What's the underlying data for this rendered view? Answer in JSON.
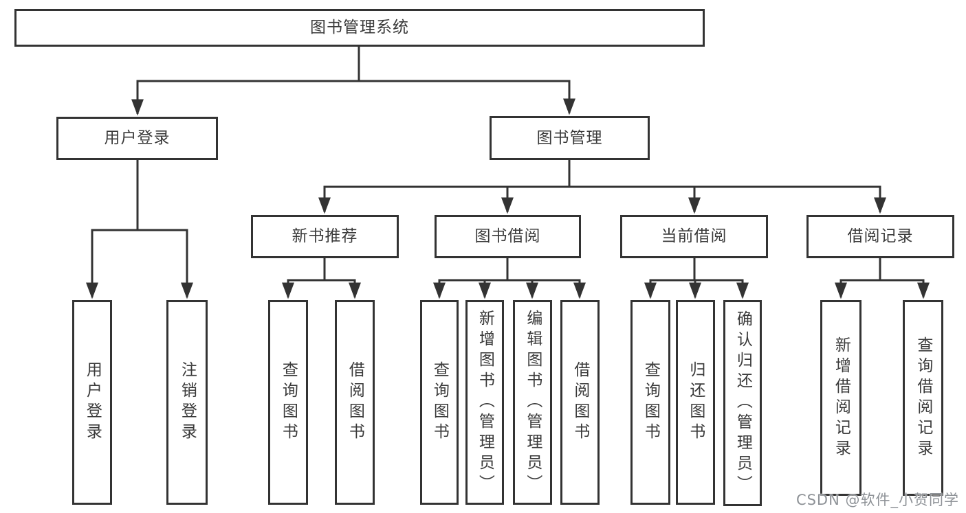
{
  "diagram": {
    "root": {
      "label": "图书管理系统"
    },
    "branches": [
      {
        "label": "用户登录",
        "children": [
          {
            "label": "用户登录"
          },
          {
            "label": "注销登录"
          }
        ]
      },
      {
        "label": "图书管理",
        "children": [
          {
            "label": "新书推荐",
            "children": [
              {
                "label": "查询图书"
              },
              {
                "label": "借阅图书"
              }
            ]
          },
          {
            "label": "图书借阅",
            "children": [
              {
                "label": "查询图书"
              },
              {
                "label": "新增图书（管理员）"
              },
              {
                "label": "编辑图书（管理员）"
              },
              {
                "label": "借阅图书"
              }
            ]
          },
          {
            "label": "当前借阅",
            "children": [
              {
                "label": "查询图书"
              },
              {
                "label": "归还图书"
              },
              {
                "label": "确认归还（管理员）"
              }
            ]
          },
          {
            "label": "借阅记录",
            "children": [
              {
                "label": "新增借阅记录"
              },
              {
                "label": "查询借阅记录"
              }
            ]
          }
        ]
      }
    ]
  },
  "watermark": {
    "text": "CSDN @软件_小贺同学"
  },
  "colors": {
    "line": "#333333",
    "box_border": "#333333",
    "box_fill": "#ffffff",
    "text": "#3a3a3a",
    "watermark": "#8e9297",
    "background": "#ffffff"
  }
}
